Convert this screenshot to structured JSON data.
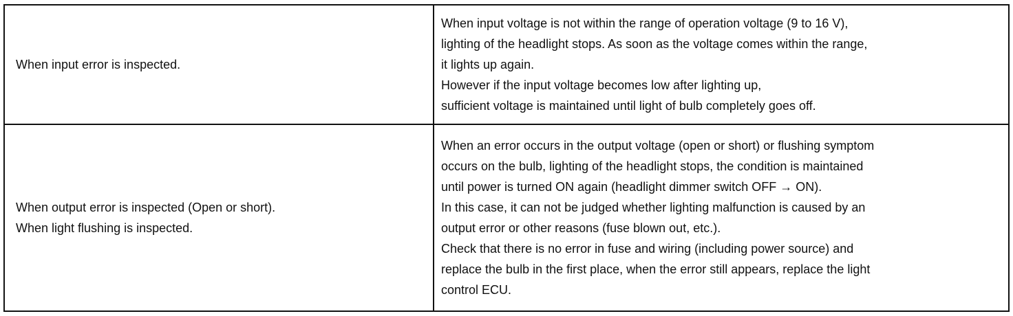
{
  "rows": [
    {
      "condition": [
        "When input error is inspected."
      ],
      "description": [
        "When input voltage is not within the range of operation voltage (9 to 16 V),",
        "lighting of the headlight stops. As soon as the voltage comes within the range,",
        "it lights up again.",
        "However if the input voltage becomes low after lighting up,",
        "sufficient voltage is maintained until light of bulb completely goes off."
      ]
    },
    {
      "condition": [
        "When output error is inspected (Open or short).",
        "When light flushing is inspected."
      ],
      "description": [
        "When an error occurs in the output voltage (open or short) or flushing symptom",
        "occurs on the bulb, lighting of the headlight stops, the condition is maintained",
        "until power is turned ON again (headlight dimmer switch OFF → ON).",
        "In this case, it can not be judged whether lighting malfunction is caused by an",
        "output error or other reasons (fuse blown out, etc.).",
        "Check that there is no error in fuse and wiring (including power source) and",
        "replace the bulb in the first place, when the error still appears, replace the light",
        "control ECU."
      ]
    }
  ]
}
